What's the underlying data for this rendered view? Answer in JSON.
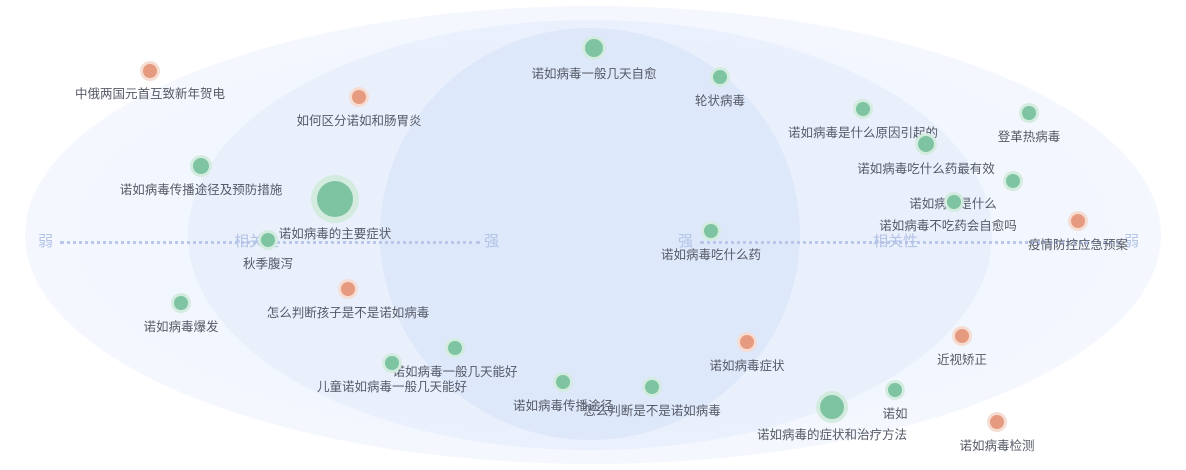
{
  "axis": {
    "left_weak": "弱",
    "left_relevance": "相关性",
    "left_strong": "强",
    "right_strong": "强",
    "right_relevance": "相关性",
    "right_weak": "弱"
  },
  "colors": {
    "green": "#7ec4a2",
    "green_halo": "#d4ecdf",
    "orange": "#e69a80",
    "orange_halo": "#f6ddd3"
  },
  "nodes": [
    {
      "label": "中俄两国元首互致新年贺电",
      "color": "orange"
    },
    {
      "label": "如何区分诺如和肠胃炎",
      "color": "orange"
    },
    {
      "label": "诺如病毒传播途径及预防措施",
      "color": "green"
    },
    {
      "label": "诺如病毒的主要症状",
      "color": "green"
    },
    {
      "label": "秋季腹泻",
      "color": "green"
    },
    {
      "label": "怎么判断孩子是不是诺如病毒",
      "color": "orange"
    },
    {
      "label": "诺如病毒爆发",
      "color": "green"
    },
    {
      "label": "诺如病毒一般几天能好",
      "color": "green"
    },
    {
      "label": "儿童诺如病毒一般几天能好",
      "color": "green"
    },
    {
      "label": "诺如病毒一般几天自愈",
      "color": "green"
    },
    {
      "label": "轮状病毒",
      "color": "green"
    },
    {
      "label": "诺如病毒吃什么药",
      "color": "green"
    },
    {
      "label": "诺如病毒传播途径",
      "color": "green"
    },
    {
      "label": "怎么判断是不是诺如病毒",
      "color": "green"
    },
    {
      "label": "诺如病毒症状",
      "color": "orange"
    },
    {
      "label": "诺如病毒的症状和治疗方法",
      "color": "green"
    },
    {
      "label": "诺如",
      "color": "green"
    },
    {
      "label": "诺如病毒是什么原因引起的",
      "color": "green"
    },
    {
      "label": "诺如病毒吃什么药最有效",
      "color": "green"
    },
    {
      "label": "登革热病毒",
      "color": "green"
    },
    {
      "label": "诺如病毒是什么",
      "color": "green"
    },
    {
      "label": "诺如病毒不吃药会自愈吗",
      "color": "green"
    },
    {
      "label": "疫情防控应急预案",
      "color": "orange"
    },
    {
      "label": "近视矫正",
      "color": "orange"
    },
    {
      "label": "诺如病毒检测",
      "color": "orange"
    }
  ]
}
